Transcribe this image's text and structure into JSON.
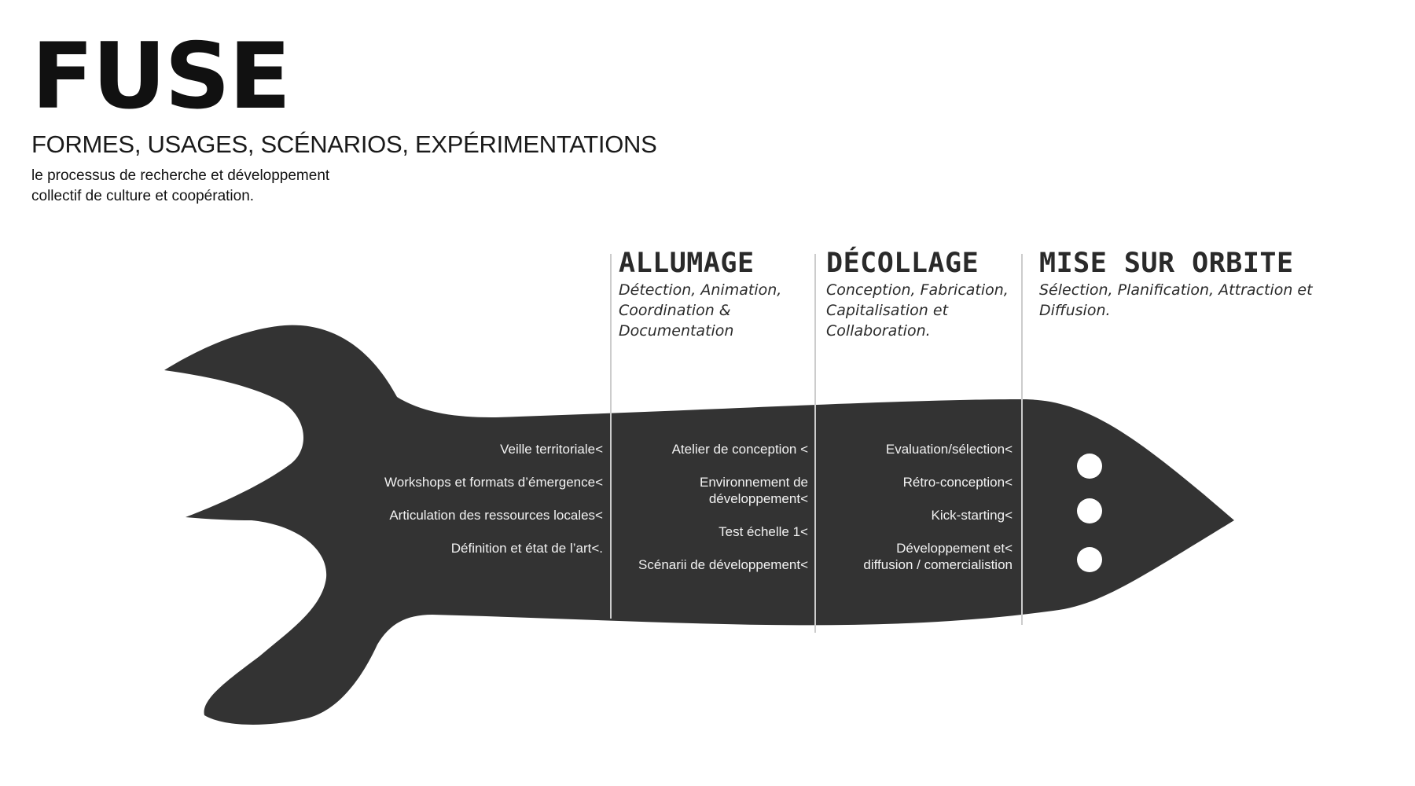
{
  "header": {
    "title": "FUSE",
    "subtitle": "FORMES, USAGES, SCÉNARIOS, EXPÉRIMENTATIONS",
    "description_line1": "le processus de recherche et développement",
    "description_line2": "collectif de culture et coopération."
  },
  "phases": [
    {
      "title": "ALLUMAGE",
      "subtitle": "Détection, Animation,\nCoordination  &\nDocumentation"
    },
    {
      "title": "DÉCOLLAGE",
      "subtitle": "Conception, Fabrication,\nCapitalisation et\nCollaboration."
    },
    {
      "title": "MISE SUR ORBITE",
      "subtitle": "Sélection, Planification, Attraction et\nDiffusion."
    }
  ],
  "columns": {
    "allumage": [
      "Veille territoriale<",
      "Workshops et formats d’émergence<",
      "Articulation des ressources locales<",
      "Définition et état de l’art<."
    ],
    "decollage": [
      "Atelier de conception <",
      "Environnement de\ndéveloppement<",
      "Test échelle 1<",
      "Scénarii de développement<"
    ],
    "orbite": [
      "Evaluation/sélection<",
      "Rétro-conception<",
      "Kick-starting<",
      "Développement et<\ndiffusion / comercialistion"
    ]
  },
  "colors": {
    "rocket": "#333333",
    "divider": "#cccccc",
    "window": "#ffffff"
  }
}
